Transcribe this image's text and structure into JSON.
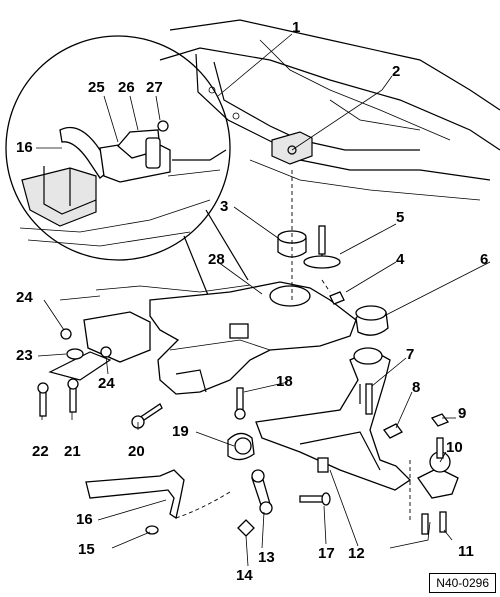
{
  "labels": {
    "l1": "1",
    "l2": "2",
    "l3": "3",
    "l4": "4",
    "l5": "5",
    "l6": "6",
    "l7": "7",
    "l8": "8",
    "l9": "9",
    "l10": "10",
    "l11": "11",
    "l12": "12",
    "l13": "13",
    "l14": "14",
    "l15": "15",
    "l16_inset": "16",
    "l16": "16",
    "l17": "17",
    "l18": "18",
    "l19": "19",
    "l20": "20",
    "l21": "21",
    "l22": "22",
    "l23": "23",
    "l24a": "24",
    "l24b": "24",
    "l25": "25",
    "l26": "26",
    "l27": "27",
    "l28": "28"
  },
  "reference_code": "N40-0296"
}
